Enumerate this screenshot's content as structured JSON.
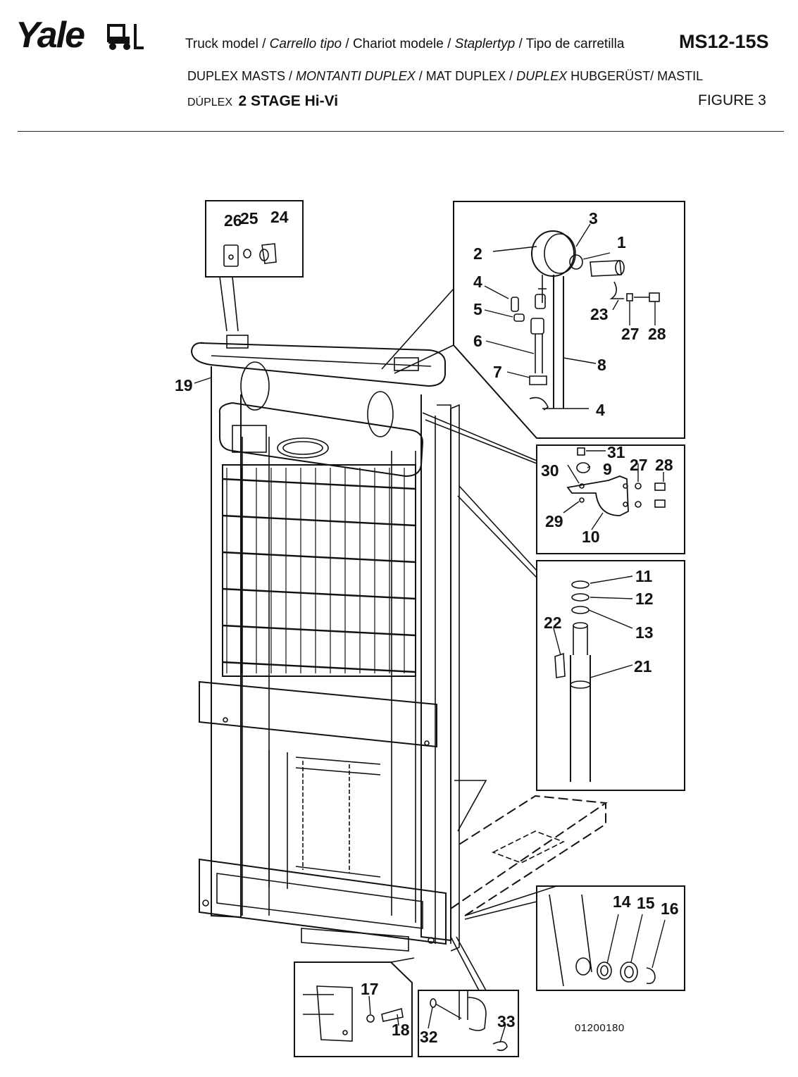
{
  "header": {
    "brand": "Yale",
    "line1_parts": [
      {
        "text": "Truck model / ",
        "italic": false
      },
      {
        "text": "Carrello tipo",
        "italic": true
      },
      {
        "text": " / Chariot modele / ",
        "italic": false
      },
      {
        "text": "Staplertyp",
        "italic": true
      },
      {
        "text": " / Tipo de carretilla",
        "italic": false
      }
    ],
    "model": "MS12-15S",
    "line2_parts": [
      {
        "text": "DUPLEX  MASTS / ",
        "italic": false
      },
      {
        "text": "MONTANTI DUPLEX",
        "italic": true
      },
      {
        "text": " / MAT DUPLEX / ",
        "italic": false
      },
      {
        "text": "DUPLEX",
        "italic": true
      },
      {
        "text": "  HUBGERÜST/ MASTIL",
        "italic": false
      }
    ],
    "line3_prefix": "DÚPLEX",
    "line3_bold": "2 STAGE Hi-Vi",
    "figure": "FIGURE 3"
  },
  "drawing_code": "01200180",
  "callouts": {
    "c1": "1",
    "c2": "2",
    "c3": "3",
    "c4a": "4",
    "c4b": "4",
    "c5": "5",
    "c6": "6",
    "c7": "7",
    "c8": "8",
    "c9": "9",
    "c10": "10",
    "c11": "11",
    "c12": "12",
    "c13": "13",
    "c14": "14",
    "c15": "15",
    "c16": "16",
    "c17": "17",
    "c18": "18",
    "c19": "19",
    "c21": "21",
    "c22": "22",
    "c23": "23",
    "c24": "24",
    "c25": "25",
    "c26": "26",
    "c27a": "27",
    "c27b": "27",
    "c28a": "28",
    "c28b": "28",
    "c29": "29",
    "c30": "30",
    "c31": "31",
    "c32": "32",
    "c33": "33"
  }
}
